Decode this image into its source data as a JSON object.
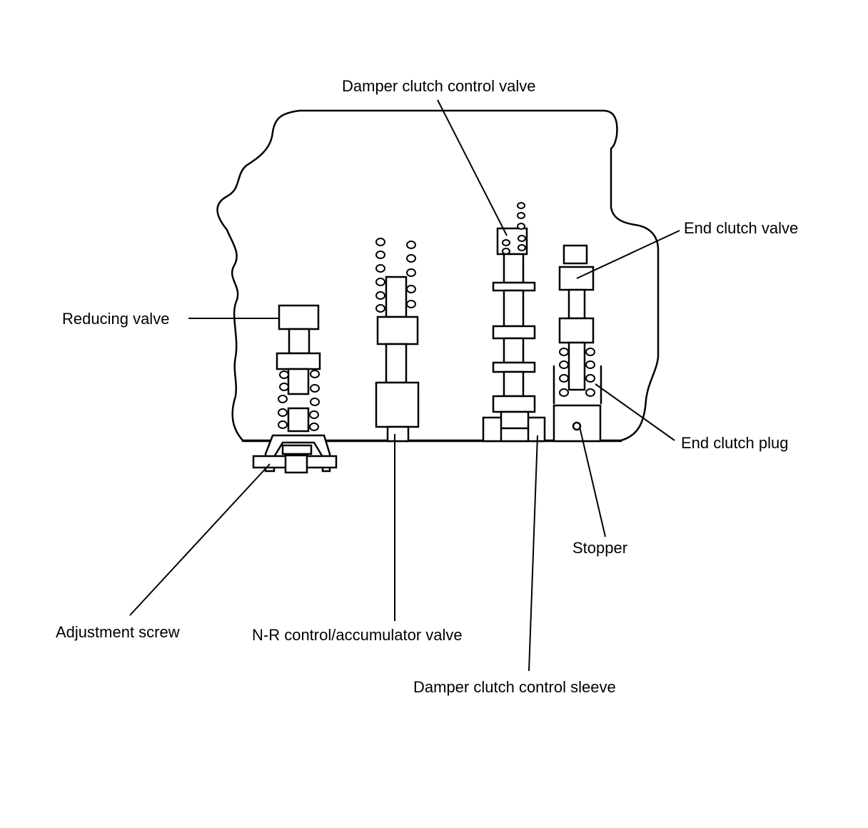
{
  "labels": {
    "damper_clutch_control_valve": "Damper clutch control valve",
    "end_clutch_valve": "End clutch valve",
    "reducing_valve": "Reducing valve",
    "end_clutch_plug": "End clutch plug",
    "stopper": "Stopper",
    "adjustment_screw": "Adjustment screw",
    "nr_control_accumulator_valve": "N-R control/accumulator valve",
    "damper_clutch_control_sleeve": "Damper clutch control sleeve"
  }
}
